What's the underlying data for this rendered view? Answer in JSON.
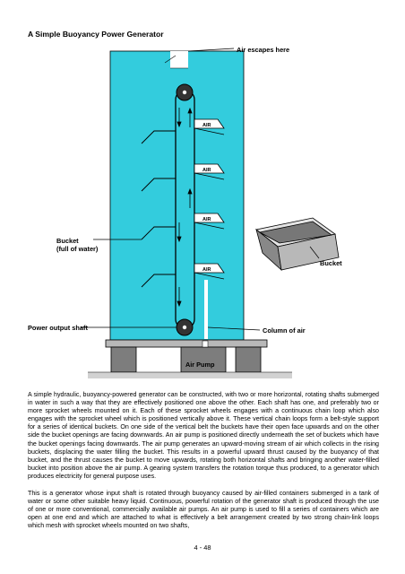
{
  "title": "A Simple Buoyancy Power Generator",
  "labels": {
    "air_escapes": "Air escapes here",
    "bucket_full_line1": "Bucket",
    "bucket_full_line2": "(full of water)",
    "bucket": "Bucket",
    "power_shaft": "Power output shaft",
    "column_air": "Column of air",
    "air_pump": "Air Pump",
    "air": "AIR"
  },
  "colors": {
    "water": "#33ccdd",
    "base": "#b8b8b8",
    "pump": "#7d7d7d"
  },
  "paragraphs": [
    "A simple hydraulic, buoyancy-powered generator can be constructed, with two or more horizontal, rotating shafts submerged in water in such a way that they are effectively positioned one above the other.  Each shaft has one, and preferably two or more sprocket wheels mounted on it.  Each of these sprocket wheels engages with a continuous chain loop which also engages with the sprocket wheel which is positioned vertically above it.  These vertical chain loops form a belt-style support for a series of identical buckets.  On one side of the vertical belt the buckets have their open face upwards and on the other side the bucket openings are facing downwards.  An air pump is positioned directly underneath the set of buckets which have the bucket openings facing downwards.  The air pump generates an upward-moving stream of air which collects in the rising buckets, displacing the water filling the bucket.  This results in a powerful upward thrust caused by the buoyancy of that bucket, and the thrust causes the bucket to move upwards, rotating both horizontal shafts and bringing another water-filled bucket into position above the air pump.  A gearing system transfers the rotation torque thus produced, to a generator which produces electricity for general purpose uses.",
    "This is a generator whose input shaft is rotated through buoyancy caused by air-filled containers submerged in a tank of water or some other suitable heavy liquid.  Continuous, powerful rotation of the generator shaft is produced through the use of one or more conventional, commercially available air pumps.  An air pump is used to fill a series of containers which are open at one end and which are attached to what is effectively a belt arrangement created by two strong chain-link loops which mesh with sprocket wheels mounted on two shafts,"
  ],
  "page_number": "4 - 48"
}
